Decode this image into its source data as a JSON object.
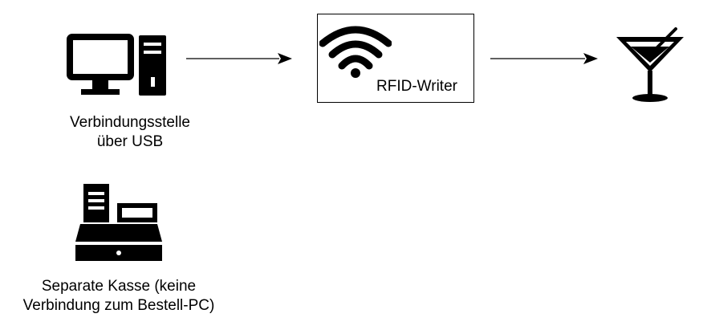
{
  "nodes": {
    "pc": {
      "icon": "desktop-computer-icon",
      "caption_lines": [
        "Verbindungsstelle",
        "über USB"
      ]
    },
    "writer": {
      "icon": "wifi-icon",
      "label": "RFID-Writer"
    },
    "drink": {
      "icon": "cocktail-glass-icon"
    },
    "register": {
      "icon": "cash-register-icon",
      "caption_lines": [
        "Separate Kasse (keine",
        "Verbindung zum Bestell-PC)"
      ]
    }
  },
  "edges": [
    {
      "from": "pc",
      "to": "writer"
    },
    {
      "from": "writer",
      "to": "drink"
    }
  ]
}
